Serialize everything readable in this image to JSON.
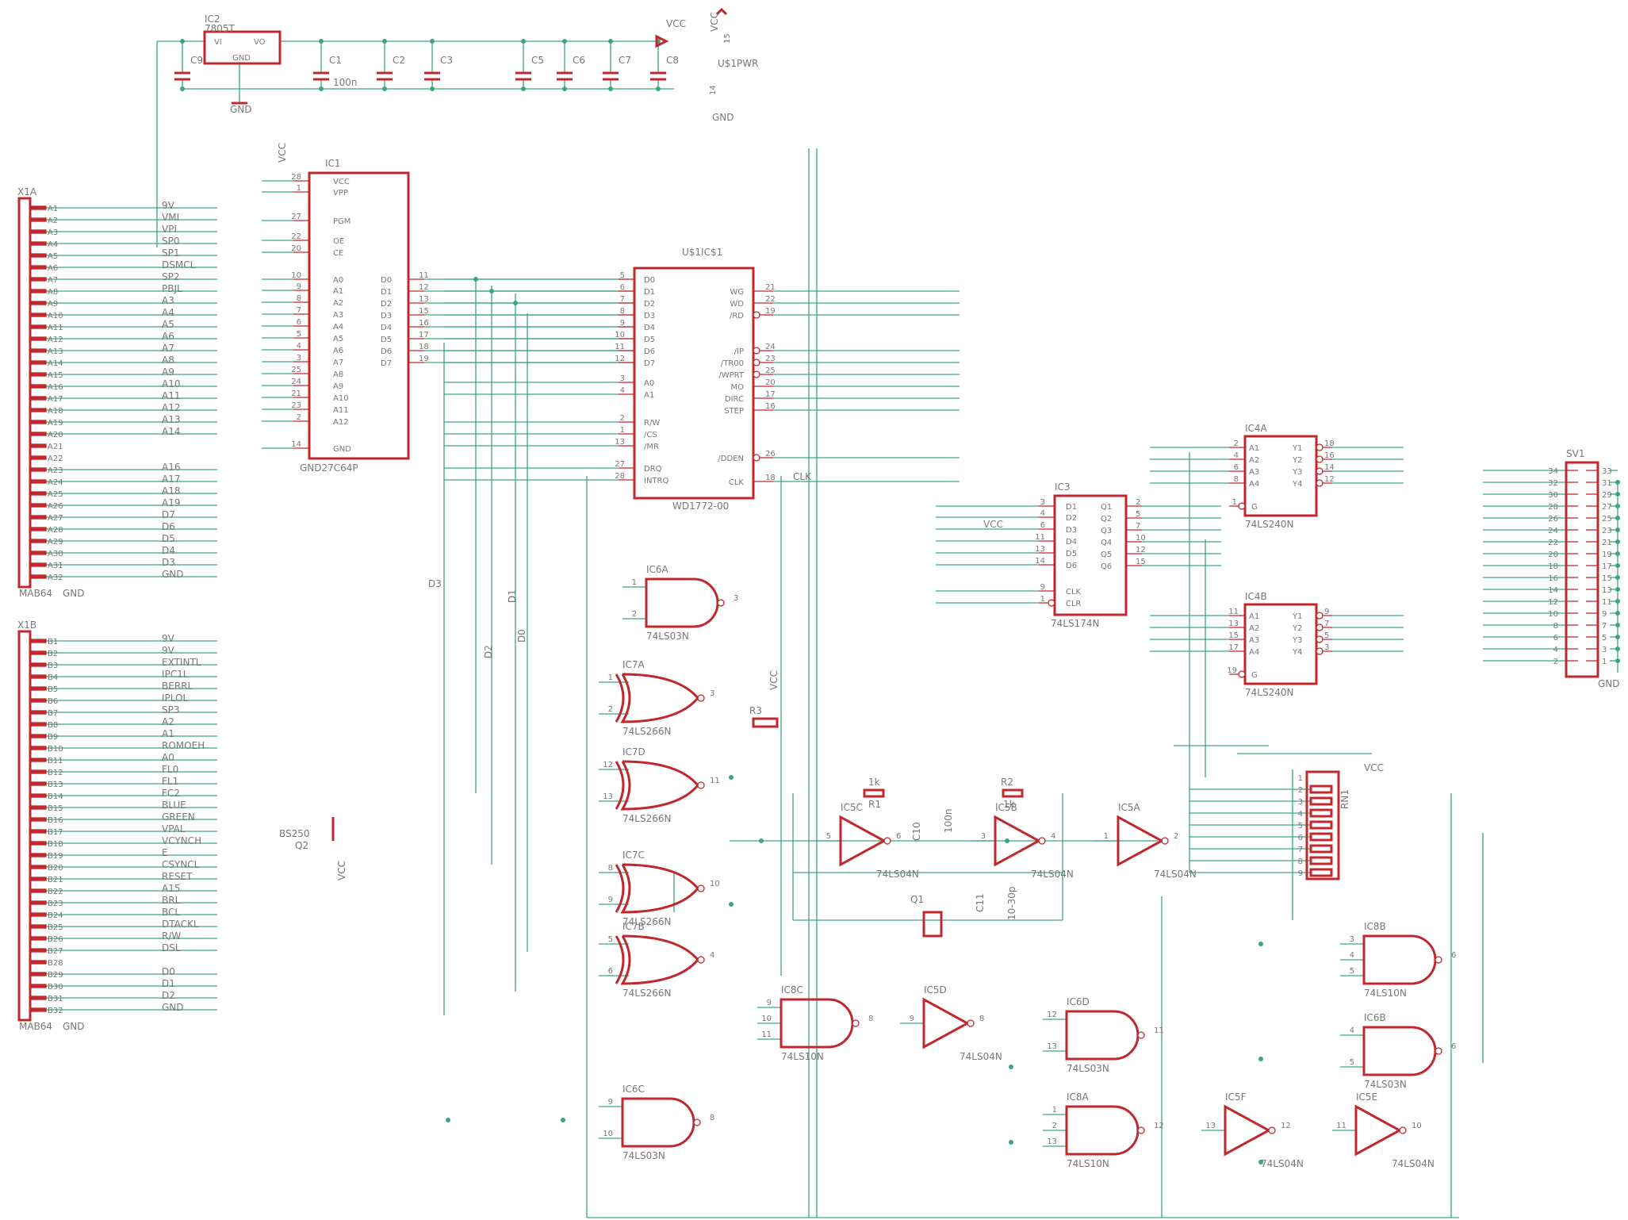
{
  "colors": {
    "wire": "#3aa67e",
    "part": "#c0282d",
    "text": "#777777"
  },
  "power": {
    "ic2_name": "IC2",
    "ic2_value": "7805T",
    "ic2_vi": "VI",
    "ic2_vo": "VO",
    "ic2_gnd": "GND",
    "caps": [
      "C9",
      "C1",
      "C2",
      "C3",
      "C5",
      "C6",
      "C7",
      "C8"
    ],
    "c1_value": "100n",
    "vcc": "VCC",
    "gnd": "GND",
    "pwr": "U$1PWR"
  },
  "x1a": {
    "name": "X1A",
    "value": "MAB64",
    "gnd": "GND",
    "pins": [
      "A1",
      "A2",
      "A3",
      "A4",
      "A5",
      "A6",
      "A7",
      "A8",
      "A9",
      "A10",
      "A11",
      "A12",
      "A13",
      "A14",
      "A15",
      "A16",
      "A17",
      "A18",
      "A19",
      "A20",
      "A21",
      "A22",
      "A23",
      "A24",
      "A25",
      "A26",
      "A27",
      "A28",
      "A29",
      "A30",
      "A31",
      "A32"
    ],
    "nets": [
      "9V",
      "VMI",
      "VPI",
      "SP0",
      "SP1",
      "DSMCL",
      "SP2",
      "PBJL",
      "A3",
      "A4",
      "A5",
      "A6",
      "A7",
      "A8",
      "A9",
      "A10",
      "A11",
      "A12",
      "A13",
      "A14",
      "",
      "",
      "A16",
      "A17",
      "A18",
      "A19",
      "D7",
      "D6",
      "D5",
      "D4",
      "D3",
      "GND"
    ]
  },
  "x1b": {
    "name": "X1B",
    "value": "MAB64",
    "gnd": "GND",
    "pins": [
      "B1",
      "B2",
      "B3",
      "B4",
      "B5",
      "B6",
      "B7",
      "B8",
      "B9",
      "B10",
      "B11",
      "B12",
      "B13",
      "B14",
      "B15",
      "B16",
      "B17",
      "B18",
      "B19",
      "B20",
      "B21",
      "B22",
      "B23",
      "B24",
      "B25",
      "B26",
      "B27",
      "B28",
      "B29",
      "B30",
      "B31",
      "B32"
    ],
    "nets": [
      "9V",
      "9V",
      "EXTINTL",
      "IPC1L",
      "BERRL",
      "IPLOL",
      "SP3",
      "A2",
      "A1",
      "ROMOEH",
      "A0",
      "FL0",
      "FL1",
      "FC2",
      "BLUE",
      "GREEN",
      "VPAL",
      "VCYNCH",
      "E",
      "CSYNCL",
      "RESET",
      "A15",
      "BRL",
      "BCL",
      "DTACKL",
      "R/W",
      "DSL",
      "",
      "D0",
      "D1",
      "D2",
      "GND"
    ]
  },
  "ic1": {
    "name": "IC1",
    "value": "GND27C64P",
    "vcc": "VCC",
    "left": [
      [
        "28",
        "VCC"
      ],
      [
        "1",
        "VPP"
      ],
      [
        "27",
        "PGM"
      ],
      [
        "22",
        "OE"
      ],
      [
        "20",
        "CE"
      ],
      [
        "10",
        "A0"
      ],
      [
        "9",
        "A1"
      ],
      [
        "8",
        "A2"
      ],
      [
        "7",
        "A3"
      ],
      [
        "6",
        "A4"
      ],
      [
        "5",
        "A5"
      ],
      [
        "4",
        "A6"
      ],
      [
        "3",
        "A7"
      ],
      [
        "25",
        "A8"
      ],
      [
        "24",
        "A9"
      ],
      [
        "21",
        "A10"
      ],
      [
        "23",
        "A11"
      ],
      [
        "2",
        "A12"
      ],
      [
        "14",
        "GND"
      ]
    ],
    "right": [
      [
        "11",
        "D0"
      ],
      [
        "12",
        "D1"
      ],
      [
        "13",
        "D2"
      ],
      [
        "15",
        "D3"
      ],
      [
        "16",
        "D4"
      ],
      [
        "17",
        "D5"
      ],
      [
        "18",
        "D6"
      ],
      [
        "19",
        "D7"
      ]
    ]
  },
  "fdc": {
    "name": "U$1IC$1",
    "value": "WD1772-00",
    "left": [
      [
        "5",
        "D0"
      ],
      [
        "6",
        "D1"
      ],
      [
        "7",
        "D2"
      ],
      [
        "8",
        "D3"
      ],
      [
        "9",
        "D4"
      ],
      [
        "10",
        "D5"
      ],
      [
        "11",
        "D6"
      ],
      [
        "12",
        "D7"
      ],
      [
        "3",
        "A0"
      ],
      [
        "4",
        "A1"
      ],
      [
        "2",
        "R/W"
      ],
      [
        "1",
        "/CS"
      ],
      [
        "13",
        "/MR"
      ],
      [
        "27",
        "DRQ"
      ],
      [
        "28",
        "INTRQ"
      ]
    ],
    "right": [
      [
        "21",
        "WG"
      ],
      [
        "22",
        "WD"
      ],
      [
        "19",
        "/RD"
      ],
      [
        "24",
        "/IP"
      ],
      [
        "23",
        "/TR00"
      ],
      [
        "25",
        "/WPRT"
      ],
      [
        "20",
        "MO"
      ],
      [
        "17",
        "DIRC"
      ],
      [
        "16",
        "STEP"
      ],
      [
        "26",
        "/DDEN"
      ],
      [
        "18",
        "CLK"
      ]
    ],
    "clk_net": "CLK"
  },
  "ic4a": {
    "name": "IC4A",
    "value": "74LS240N",
    "inputs": [
      [
        "2",
        "A1"
      ],
      [
        "4",
        "A2"
      ],
      [
        "6",
        "A3"
      ],
      [
        "8",
        "A4"
      ]
    ],
    "outputs": [
      [
        "18",
        "Y1"
      ],
      [
        "16",
        "Y2"
      ],
      [
        "14",
        "Y3"
      ],
      [
        "12",
        "Y4"
      ]
    ],
    "g": [
      "1",
      "G"
    ]
  },
  "ic4b": {
    "name": "IC4B",
    "value": "74LS240N",
    "inputs": [
      [
        "11",
        "A1"
      ],
      [
        "13",
        "A2"
      ],
      [
        "15",
        "A3"
      ],
      [
        "17",
        "A4"
      ]
    ],
    "outputs": [
      [
        "9",
        "Y1"
      ],
      [
        "7",
        "Y2"
      ],
      [
        "5",
        "Y3"
      ],
      [
        "3",
        "Y4"
      ]
    ],
    "g": [
      "19",
      "G"
    ]
  },
  "ic3": {
    "name": "IC3",
    "value": "74LS174N",
    "vcc": "VCC",
    "inputs": [
      [
        "3",
        "D1"
      ],
      [
        "4",
        "D2"
      ],
      [
        "6",
        "D3"
      ],
      [
        "11",
        "D4"
      ],
      [
        "13",
        "D5"
      ],
      [
        "14",
        "D6"
      ],
      [
        "9",
        "CLK"
      ],
      [
        "1",
        "CLR"
      ]
    ],
    "outputs": [
      [
        "2",
        "Q1"
      ],
      [
        "5",
        "Q2"
      ],
      [
        "7",
        "Q3"
      ],
      [
        "10",
        "Q4"
      ],
      [
        "12",
        "Q5"
      ],
      [
        "15",
        "Q6"
      ]
    ]
  },
  "sv1": {
    "name": "SV1",
    "gnd": "GND",
    "left": [
      "34",
      "32",
      "30",
      "28",
      "26",
      "24",
      "22",
      "20",
      "18",
      "16",
      "14",
      "12",
      "10",
      "8",
      "6",
      "4",
      "2"
    ],
    "right": [
      "33",
      "31",
      "29",
      "27",
      "25",
      "23",
      "21",
      "19",
      "17",
      "15",
      "13",
      "11",
      "9",
      "7",
      "5",
      "3",
      "1"
    ]
  },
  "rn1": {
    "name": "RN1",
    "vcc": "VCC",
    "pins": [
      "1",
      "2",
      "3",
      "4",
      "5",
      "6",
      "7",
      "8",
      "9"
    ]
  },
  "gates": [
    {
      "name": "IC6A",
      "value": "74LS03N",
      "in": [
        "1",
        "2"
      ],
      "out": "3"
    },
    {
      "name": "IC7A",
      "value": "74LS266N",
      "in": [
        "1",
        "2"
      ],
      "out": "3"
    },
    {
      "name": "IC7D",
      "value": "74LS266N",
      "in": [
        "12",
        "13"
      ],
      "out": "11"
    },
    {
      "name": "IC7C",
      "value": "74LS266N",
      "in": [
        "8",
        "9"
      ],
      "out": "10"
    },
    {
      "name": "IC7B",
      "value": "74LS266N",
      "in": [
        "5",
        "6"
      ],
      "out": "4"
    },
    {
      "name": "IC6C",
      "value": "74LS03N",
      "in": [
        "9",
        "10"
      ],
      "out": "8"
    },
    {
      "name": "IC8C",
      "value": "74LS10N",
      "in": [
        "9",
        "10",
        "11"
      ],
      "out": "8"
    },
    {
      "name": "IC5D",
      "value": "74LS04N",
      "in": [
        "9"
      ],
      "out": "8"
    },
    {
      "name": "IC6D",
      "value": "74LS03N",
      "in": [
        "12",
        "13"
      ],
      "out": "11"
    },
    {
      "name": "IC8A",
      "value": "74LS10N",
      "in": [
        "1",
        "2",
        "13"
      ],
      "out": "12"
    },
    {
      "name": "IC5F",
      "value": "74LS04N",
      "in": [
        "13"
      ],
      "out": "12"
    },
    {
      "name": "IC5E",
      "value": "74LS04N",
      "in": [
        "11"
      ],
      "out": "10"
    },
    {
      "name": "IC8B",
      "value": "74LS10N",
      "in": [
        "3",
        "4",
        "5"
      ],
      "out": "6"
    },
    {
      "name": "IC6B",
      "value": "74LS03N",
      "in": [
        "4",
        "5"
      ],
      "out": "6"
    },
    {
      "name": "IC5C",
      "value": "74LS04N",
      "in": [
        "5"
      ],
      "out": "6"
    },
    {
      "name": "IC5B",
      "value": "74LS04N",
      "in": [
        "3"
      ],
      "out": "4"
    },
    {
      "name": "IC5A",
      "value": "74LS04N",
      "in": [
        "1"
      ],
      "out": "2"
    }
  ],
  "discretes": {
    "r1": "R1",
    "r1v": "1k",
    "r2": "R2",
    "r2v": "1k",
    "r3": "R3",
    "c10": "C10",
    "c10v": "100n",
    "c11": "C11",
    "c11v": "10-30p",
    "q1": "Q1",
    "q2": "Q2",
    "q2v": "BS250",
    "vcc": "VCC"
  },
  "bus_labels": {
    "d0": "D0",
    "d1": "D1",
    "d2": "D2",
    "d3": "D3"
  }
}
